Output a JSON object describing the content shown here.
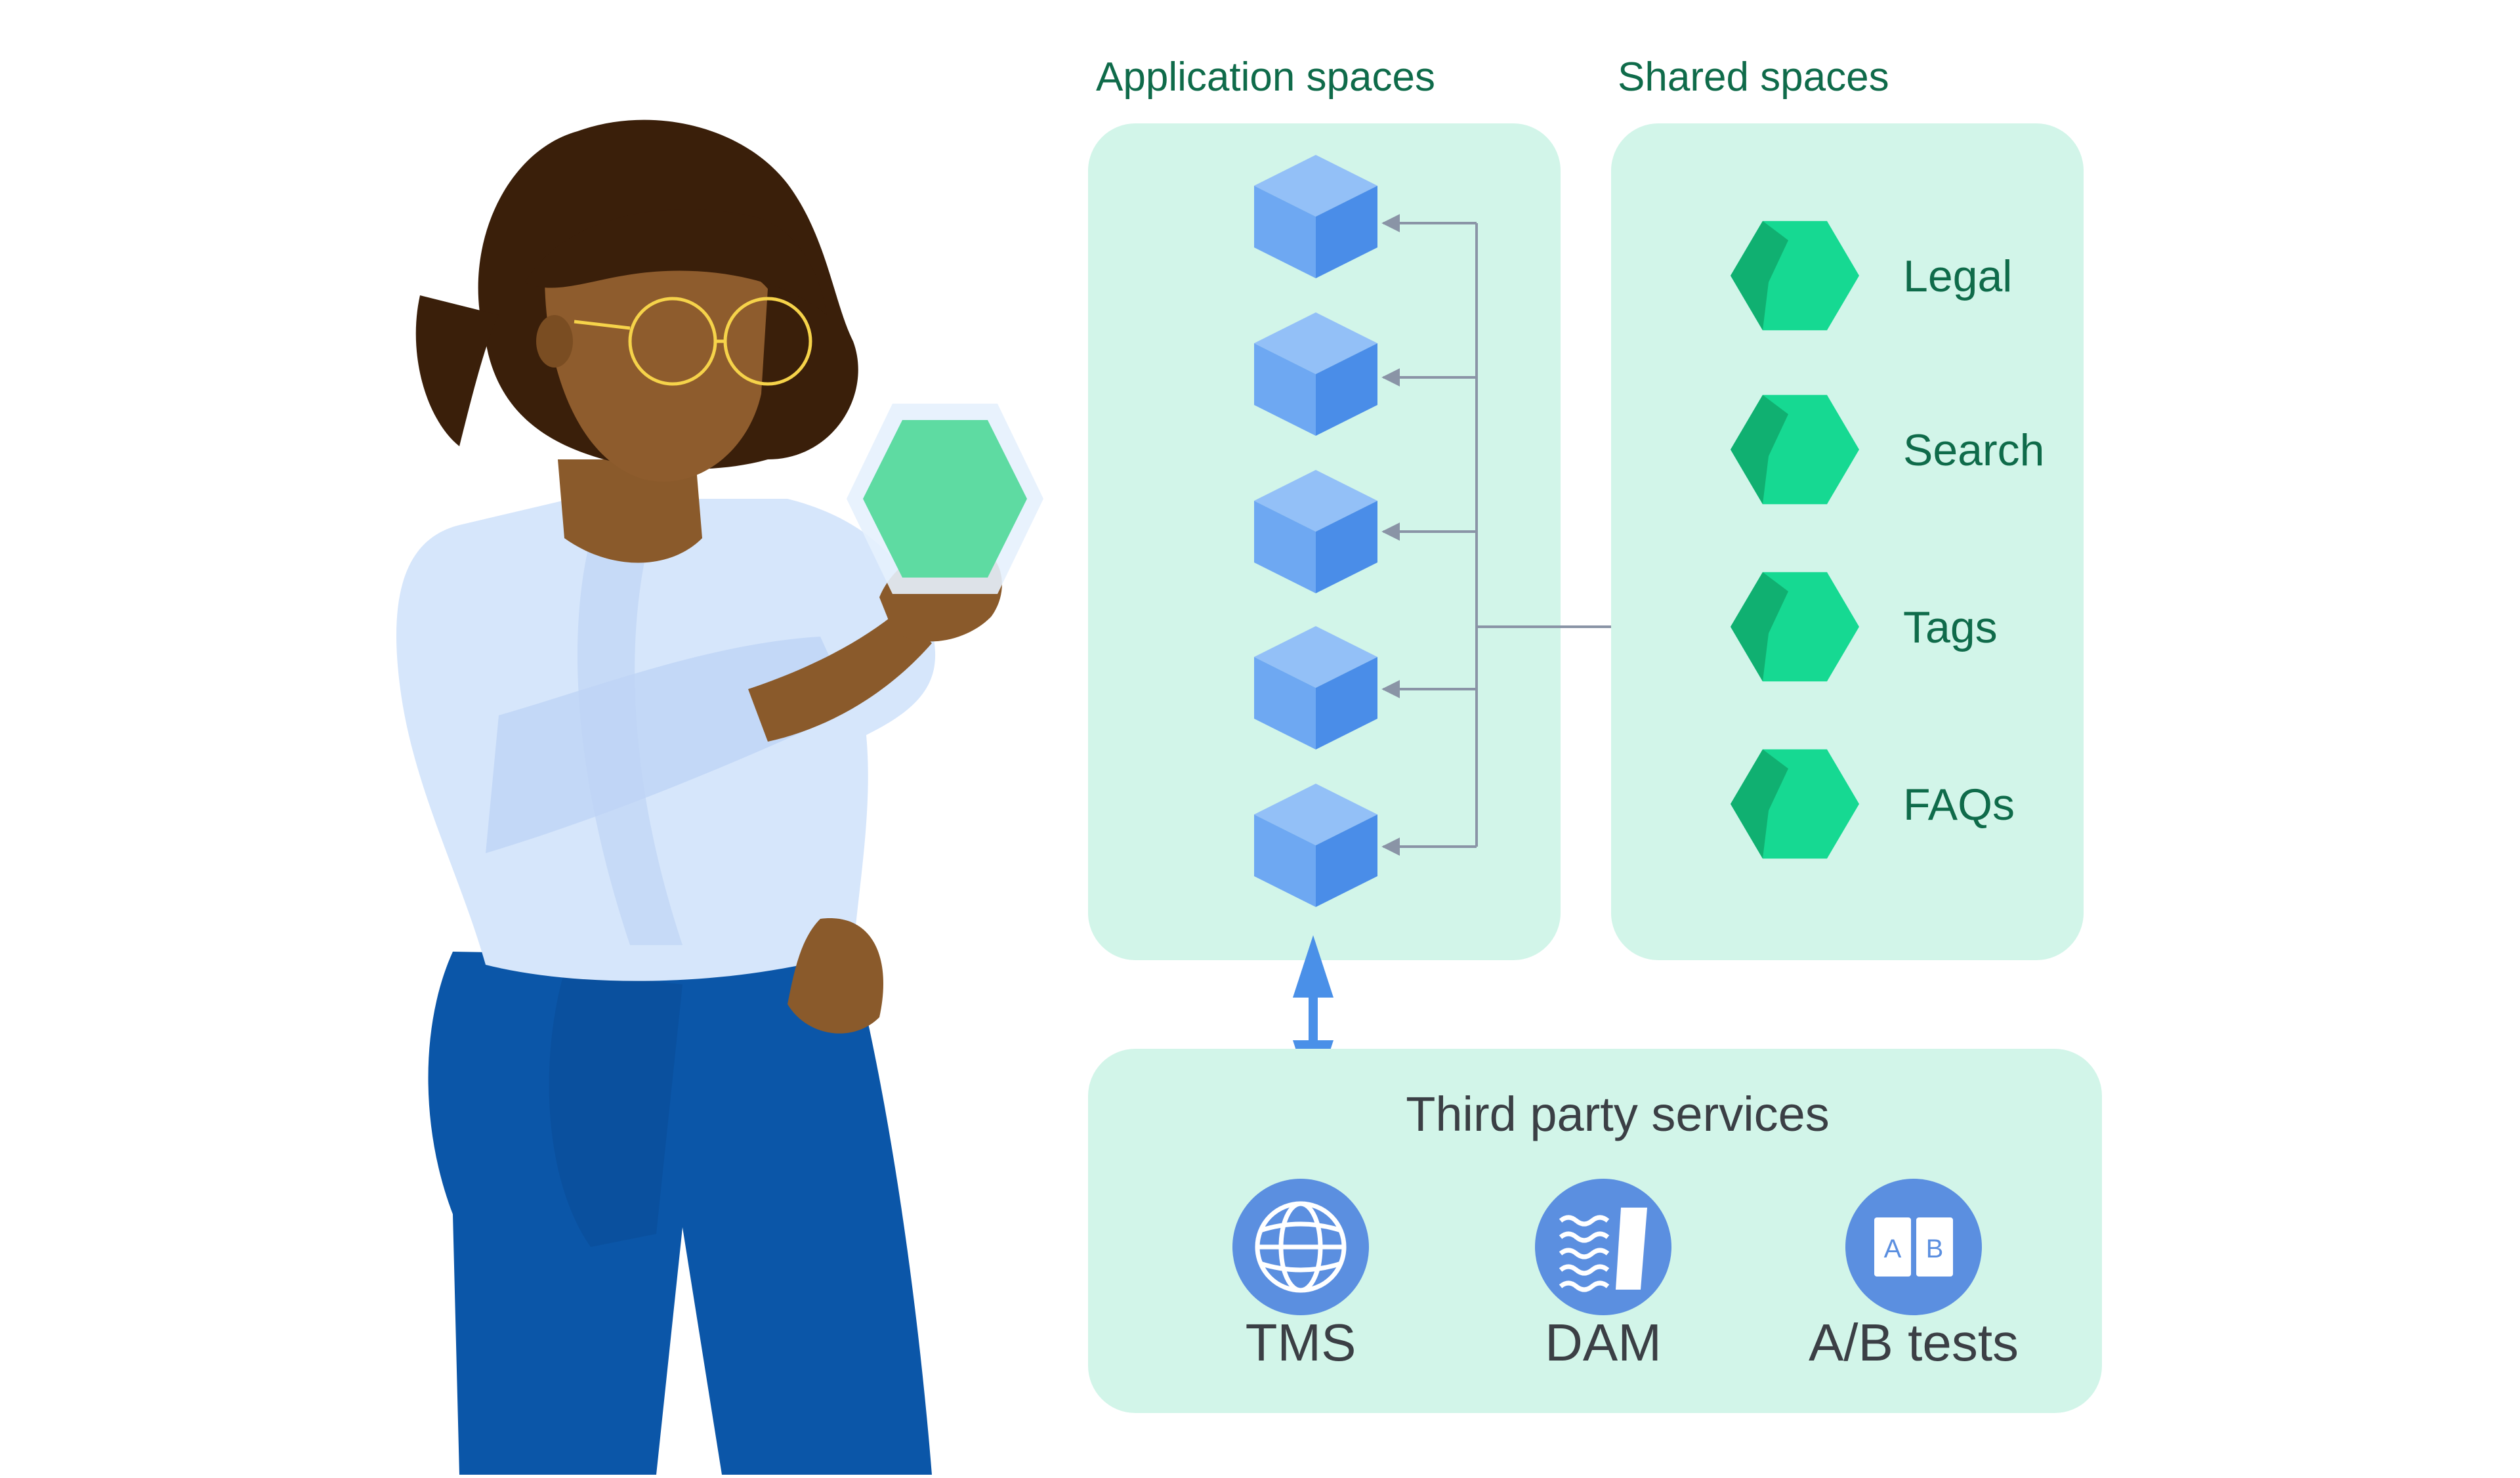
{
  "application_spaces": {
    "heading": "Application spaces",
    "cube_count": 5
  },
  "shared_spaces": {
    "heading": "Shared spaces",
    "items": [
      "Legal",
      "Search",
      "Tags",
      "FAQs"
    ]
  },
  "third_party": {
    "heading": "Third party services",
    "services": [
      {
        "label": "TMS",
        "icon": "globe-icon"
      },
      {
        "label": "DAM",
        "icon": "asset-library-icon"
      },
      {
        "label": "A/B tests",
        "icon": "ab-test-icon",
        "badge_a": "A",
        "badge_b": "B"
      }
    ]
  },
  "colors": {
    "panel_fill": "#d2f5e9",
    "heading_text": "#0f6b4a",
    "body_text": "#3b3f45",
    "cube_blue": "#5a9cf0",
    "hex_green": "#16d992",
    "connector_gray": "#8a94a6",
    "arrow_blue": "#4a90e8",
    "service_icon_blue": "#5b8fe0"
  }
}
